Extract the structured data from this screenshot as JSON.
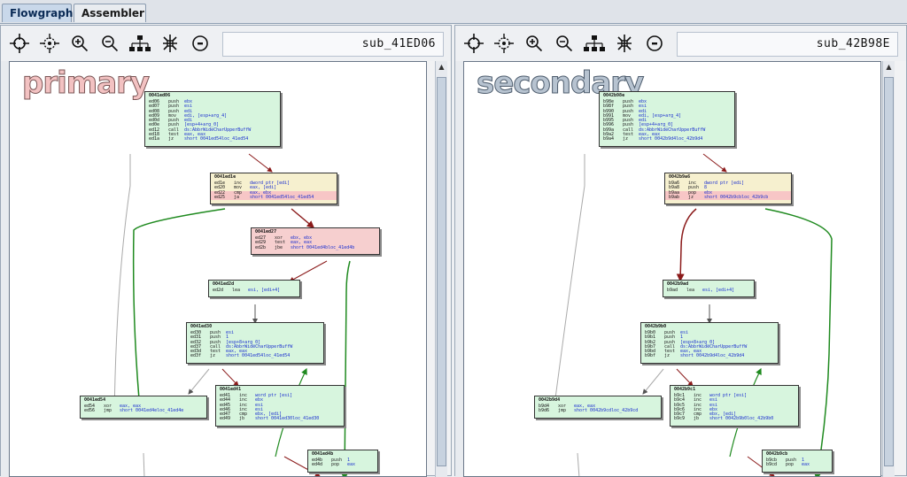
{
  "tabs": [
    {
      "label": "Flowgraph",
      "active": true
    },
    {
      "label": "Assembler",
      "active": false
    }
  ],
  "toolbar_icons": [
    "crosshair-icon",
    "select-area-icon",
    "zoom-in-icon",
    "zoom-out-icon",
    "tree-layout-icon",
    "collapse-icon",
    "circle-dot-icon"
  ],
  "panes": [
    {
      "function_name": "sub_41ED06",
      "watermark": "primary",
      "watermark_color": "#f3c2c2",
      "nodes": {
        "n1": {
          "title": "0041ed06",
          "lines": [
            [
              "ed06",
              "push",
              "ebx"
            ],
            [
              "ed07",
              "push",
              "esi"
            ],
            [
              "ed08",
              "push",
              "edi"
            ],
            [
              "ed09",
              "mov",
              "edi, [esp+arg_4]"
            ],
            [
              "ed0d",
              "push",
              "edi"
            ],
            [
              "ed0e",
              "push",
              "[esp+4+arg_0]"
            ],
            [
              "ed12",
              "call",
              "ds:AbbrWideCharUpperBuffW"
            ],
            [
              "ed18",
              "test",
              "eax, eax"
            ],
            [
              "ed1a",
              "jz",
              "short 0041ed54loc_41ed54"
            ]
          ]
        },
        "n2": {
          "title": "0041ed1e",
          "lines": [
            [
              "ed1e",
              "inc",
              "dword ptr [edi]"
            ],
            [
              "ed20",
              "mov",
              "eax, [edi]"
            ],
            [
              "ed22",
              "cmp",
              "eax, ebx"
            ],
            [
              "ed25",
              "ja",
              "short 0041ed54loc_41ed54"
            ]
          ]
        },
        "n3": {
          "title": "0041ed27",
          "lines": [
            [
              "ed27",
              "xor",
              "ebx, ebx"
            ],
            [
              "ed29",
              "test",
              "eax, eax"
            ],
            [
              "ed2b",
              "jbe",
              "short 0041ed4bloc_41ed4b"
            ]
          ]
        },
        "n4": {
          "title": "0041ed2d",
          "lines": [
            [
              "ed2d",
              "lea",
              "esi, [edi+4]"
            ]
          ]
        },
        "n5": {
          "title": "0041ed30",
          "lines": [
            [
              "ed30",
              "push",
              "esi"
            ],
            [
              "ed31",
              "push",
              "1"
            ],
            [
              "ed32",
              "push",
              "[esp+8+arg_0]"
            ],
            [
              "ed37",
              "call",
              "ds:AbbrWideCharUpperBuffW"
            ],
            [
              "ed3d",
              "test",
              "eax, eax"
            ],
            [
              "ed3f",
              "jz",
              "short 0041ed54loc_41ed54"
            ]
          ]
        },
        "n6": {
          "title": "0041ed54",
          "lines": [
            [
              "ed54",
              "xor",
              "eax, eax"
            ],
            [
              "ed56",
              "jmp",
              "short 0041ed4eloc_41ed4e"
            ]
          ]
        },
        "n7": {
          "title": "0041ed41",
          "lines": [
            [
              "ed41",
              "inc",
              "word ptr [esi]"
            ],
            [
              "ed44",
              "inc",
              "ebx"
            ],
            [
              "ed45",
              "inc",
              "esi"
            ],
            [
              "ed46",
              "inc",
              "esi"
            ],
            [
              "ed47",
              "cmp",
              "ebx, [edi]"
            ],
            [
              "ed49",
              "jb",
              "short 0041ed30loc_41ed30"
            ]
          ]
        },
        "n8": {
          "title": "0041ed4b",
          "lines": [
            [
              "ed4b",
              "push",
              "1"
            ],
            [
              "ed4d",
              "pop",
              "eax"
            ]
          ]
        }
      }
    },
    {
      "function_name": "sub_42B98E",
      "watermark": "secondary",
      "watermark_color": "#b7c3d0",
      "nodes": {
        "n1": {
          "title": "0042b98e",
          "lines": [
            [
              "b98e",
              "push",
              "ebx"
            ],
            [
              "b98f",
              "push",
              "esi"
            ],
            [
              "b990",
              "push",
              "edi"
            ],
            [
              "b991",
              "mov",
              "edi, [esp+arg_4]"
            ],
            [
              "b995",
              "push",
              "edi"
            ],
            [
              "b996",
              "push",
              "[esp+4+arg_0]"
            ],
            [
              "b99a",
              "call",
              "ds:AbbrWideCharUpperBuffW"
            ],
            [
              "b9a2",
              "test",
              "eax, eax"
            ],
            [
              "b9a4",
              "jz",
              "short 0042b9d4loc_42b9d4"
            ]
          ]
        },
        "n2": {
          "title": "0042b9a6",
          "lines": [
            [
              "b9a6",
              "inc",
              "dword ptr [edi]"
            ],
            [
              "b9a8",
              "push",
              "8"
            ],
            [
              "b9aa",
              "pop",
              "ebx"
            ],
            [
              "b9ab",
              "jz",
              "short 0042b9cbloc_42b9cb"
            ]
          ]
        },
        "n3": {
          "title": "0042b9ad",
          "lines": [
            [
              "b9ad",
              "lea",
              "esi, [edi+4]"
            ]
          ]
        },
        "n4": {
          "title": "0042b9b0",
          "lines": [
            [
              "b9b0",
              "push",
              "esi"
            ],
            [
              "b9b1",
              "push",
              "1"
            ],
            [
              "b9b2",
              "push",
              "[esp+8+arg_0]"
            ],
            [
              "b9b7",
              "call",
              "ds:AbbrWideCharUpperBuffW"
            ],
            [
              "b9bd",
              "test",
              "eax, eax"
            ],
            [
              "b9bf",
              "jz",
              "short 0042b9d4loc_42b9d4"
            ]
          ]
        },
        "n5": {
          "title": "0042b9d4",
          "lines": [
            [
              "b9d4",
              "xor",
              "eax, eax"
            ],
            [
              "b9d6",
              "jmp",
              "short 0042b9cdloc_42b9cd"
            ]
          ]
        },
        "n6": {
          "title": "0042b9c1",
          "lines": [
            [
              "b9c1",
              "inc",
              "word ptr [esi]"
            ],
            [
              "b9c4",
              "inc",
              "esi"
            ],
            [
              "b9c5",
              "inc",
              "esi"
            ],
            [
              "b9c6",
              "inc",
              "ebx"
            ],
            [
              "b9c7",
              "cmp",
              "ebx, [edi]"
            ],
            [
              "b9c9",
              "jb",
              "short 0042b9b0loc_42b9b0"
            ]
          ]
        },
        "n7": {
          "title": "0042b9cb",
          "lines": [
            [
              "b9cb",
              "push",
              "1"
            ],
            [
              "b9cd",
              "pop",
              "eax"
            ]
          ]
        }
      }
    }
  ]
}
